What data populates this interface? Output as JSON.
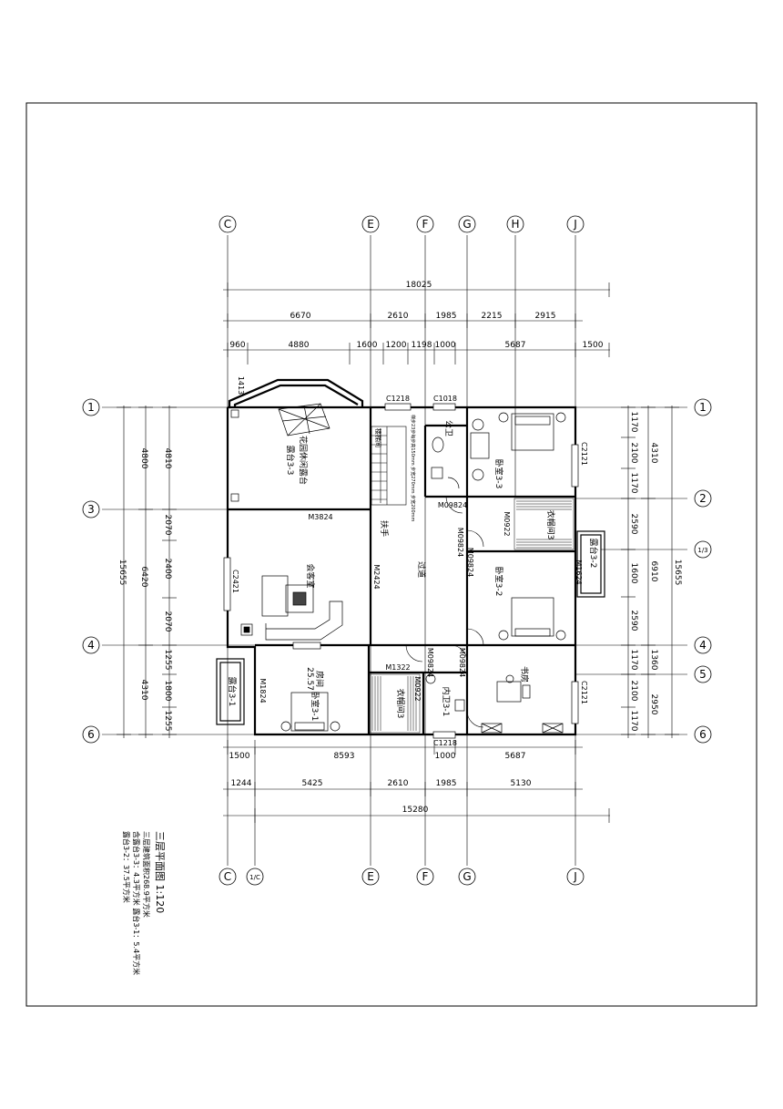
{
  "grid_top": {
    "col_c": "C",
    "col_e": "E",
    "col_f": "F",
    "col_g": "G",
    "col_h": "H",
    "col_j": "J"
  },
  "grid_bottom": {
    "col_c": "C",
    "col_1c": "1/C",
    "col_e": "E",
    "col_f": "F",
    "col_g": "G",
    "col_j": "J"
  },
  "grid_left": {
    "row_1": "1",
    "row_3": "3",
    "row_4": "4",
    "row_6": "6"
  },
  "grid_right": {
    "row_1": "1",
    "row_2": "2",
    "row_1_3": "1/3",
    "row_4": "4",
    "row_5": "5",
    "row_6": "6"
  },
  "dims_top": {
    "total": "18025",
    "row1": [
      "6670",
      "2610",
      "1985",
      "2215",
      "2915"
    ],
    "row2": [
      "960",
      "4880",
      "1600",
      "1200",
      "1198",
      "1000",
      "5687",
      "1500"
    ]
  },
  "dims_bottom": {
    "row1": [
      "1500",
      "8593",
      "1000",
      "5687"
    ],
    "row2": [
      "1244",
      "5425",
      "2610",
      "1985",
      "5130"
    ],
    "total": "15280"
  },
  "dims_left": {
    "total": "15655",
    "outer": [
      "4800",
      "6420",
      "4310"
    ],
    "inner": [
      "4810",
      "2070",
      "2400",
      "2070",
      "1255",
      "1800",
      "1255"
    ]
  },
  "dims_right": {
    "inner": [
      "1170",
      "2100",
      "1170",
      "2590",
      "1600",
      "2590",
      "1170",
      "2100",
      "1170"
    ],
    "outer": [
      "4310",
      "6910",
      "1360",
      "2950"
    ],
    "total": "15655"
  },
  "dim_1413": "1413",
  "rooms": {
    "garden": "花园休闲露台",
    "balcony_33": "露台3-3",
    "living": "会客室",
    "bed_33": "卧室3-3",
    "bed_32": "卧室3-2",
    "wardrobe_3": "衣帽间3",
    "wardrobe_3b": "衣帽间3",
    "public_wc": "公卫",
    "wc_31": "内卫3-1",
    "study": "书房",
    "bed_31": "卧室3-1",
    "bed_31_area": "25.57",
    "balcony_31": "露台3-1",
    "balcony_32": "露台3-2",
    "corridor": "过道",
    "stair": "楼梯间",
    "handrail": "扶手",
    "bed_label": "房间"
  },
  "stair_note": "梯步23步每步高150mm 步宽270mm 步宽200mm",
  "openings": {
    "c1218_top": "C1218",
    "c1018": "C1018",
    "m09824_a": "M09824",
    "m0922_a": "M0922",
    "m09824_b": "M09824",
    "m09824_c": "M09824",
    "m3824": "M3824",
    "c2421": "C2421",
    "m2424": "M2424",
    "m1624": "M1624",
    "c2121_a": "C2121",
    "m1322": "M1322",
    "m0922_b": "M0922",
    "m09824_d": "M09824",
    "m09824_e": "M09824",
    "c2121_b": "C2121",
    "m1824": "M1824",
    "c1218_bottom": "C1218"
  },
  "title": {
    "main": "三层平面图 1:120",
    "line1": "三层建筑面积268.9平方米",
    "line2": "含露台3-3：4.3平方米 露台3-1：5.4平方米",
    "line3": "露台3-2：37.5平方米"
  }
}
